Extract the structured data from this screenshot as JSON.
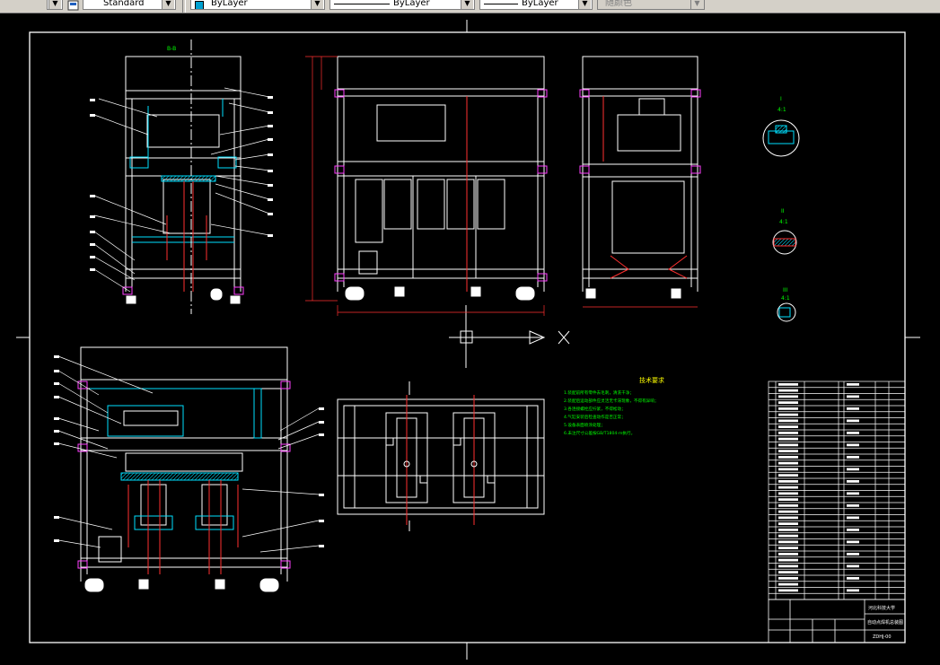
{
  "toolbar": {
    "textstyle_value": "Standard",
    "layer_value": "ByLayer",
    "linetype_value": "ByLayer",
    "lineweight_value": "ByLayer",
    "plotstyle_value": "随颜色"
  },
  "drawing": {
    "section_label": "B-B",
    "detail_labels": [
      "I",
      "II",
      "III"
    ],
    "detail_scales": [
      "4:1",
      "4:1",
      "4:1"
    ],
    "notes_title": "技术要求",
    "notes_lines": [
      "1.装配前所有零件去毛刺，清洗干净；",
      "2.装配后运动部件应灵活无卡滞现象，不得有异响；",
      "3.各连接螺栓应拧紧，不得松动；",
      "4.气缸安装后检查动作是否正常；",
      "5.设备表面喷涂处理；",
      "6.未注尺寸公差按GB/T1804-m执行。"
    ],
    "title_block": {
      "school": "河北科技大学",
      "drawing_name": "自动点焊机总装图",
      "drawing_no": "ZDHJ-00"
    },
    "colors": {
      "frame": "#ffffff",
      "outline": "#ffffff",
      "accent_cyan": "#00e0ff",
      "accent_red": "#ff3030",
      "accent_green": "#00ff00",
      "accent_yellow": "#ffff00",
      "accent_magenta": "#ff40ff"
    }
  }
}
